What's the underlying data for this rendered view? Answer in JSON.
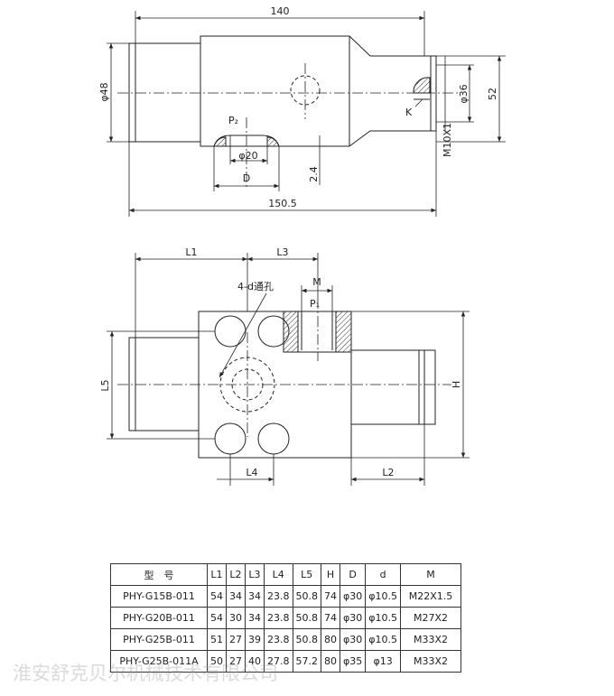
{
  "top_view": {
    "dim_140": "140",
    "dim_150_5": "150.5",
    "dim_d48": "φ48",
    "dim_d36": "φ36",
    "dim_52": "52",
    "dim_m10": "M10X1",
    "dim_d20": "φ20",
    "dim_D": "D",
    "dim_2_4": "2.4",
    "label_K": "K",
    "label_P2": "P₂"
  },
  "bottom_view": {
    "dim_L1": "L1",
    "dim_L3": "L3",
    "dim_M": "M",
    "label_holes": "4-d通孔",
    "label_P1": "P₁",
    "dim_L5": "L5",
    "dim_H": "H",
    "dim_L4": "L4",
    "dim_L2": "L2"
  },
  "table": {
    "headers": [
      "型　号",
      "L1",
      "L2",
      "L3",
      "L4",
      "L5",
      "H",
      "D",
      "d",
      "M"
    ],
    "rows": [
      [
        "PHY-G15B-011",
        "54",
        "34",
        "34",
        "23.8",
        "50.8",
        "74",
        "φ30",
        "φ10.5",
        "M22X1.5"
      ],
      [
        "PHY-G20B-011",
        "54",
        "30",
        "34",
        "23.8",
        "50.8",
        "74",
        "φ30",
        "φ10.5",
        "M27X2"
      ],
      [
        "PHY-G25B-011",
        "51",
        "27",
        "39",
        "23.8",
        "50.8",
        "80",
        "φ30",
        "φ10.5",
        "M33X2"
      ],
      [
        "PHY-G25B-011A",
        "50",
        "27",
        "40",
        "27.8",
        "57.2",
        "80",
        "φ35",
        "φ13",
        "M33X2"
      ]
    ]
  },
  "watermark": "淮安舒克贝尔机械技术有限公司"
}
